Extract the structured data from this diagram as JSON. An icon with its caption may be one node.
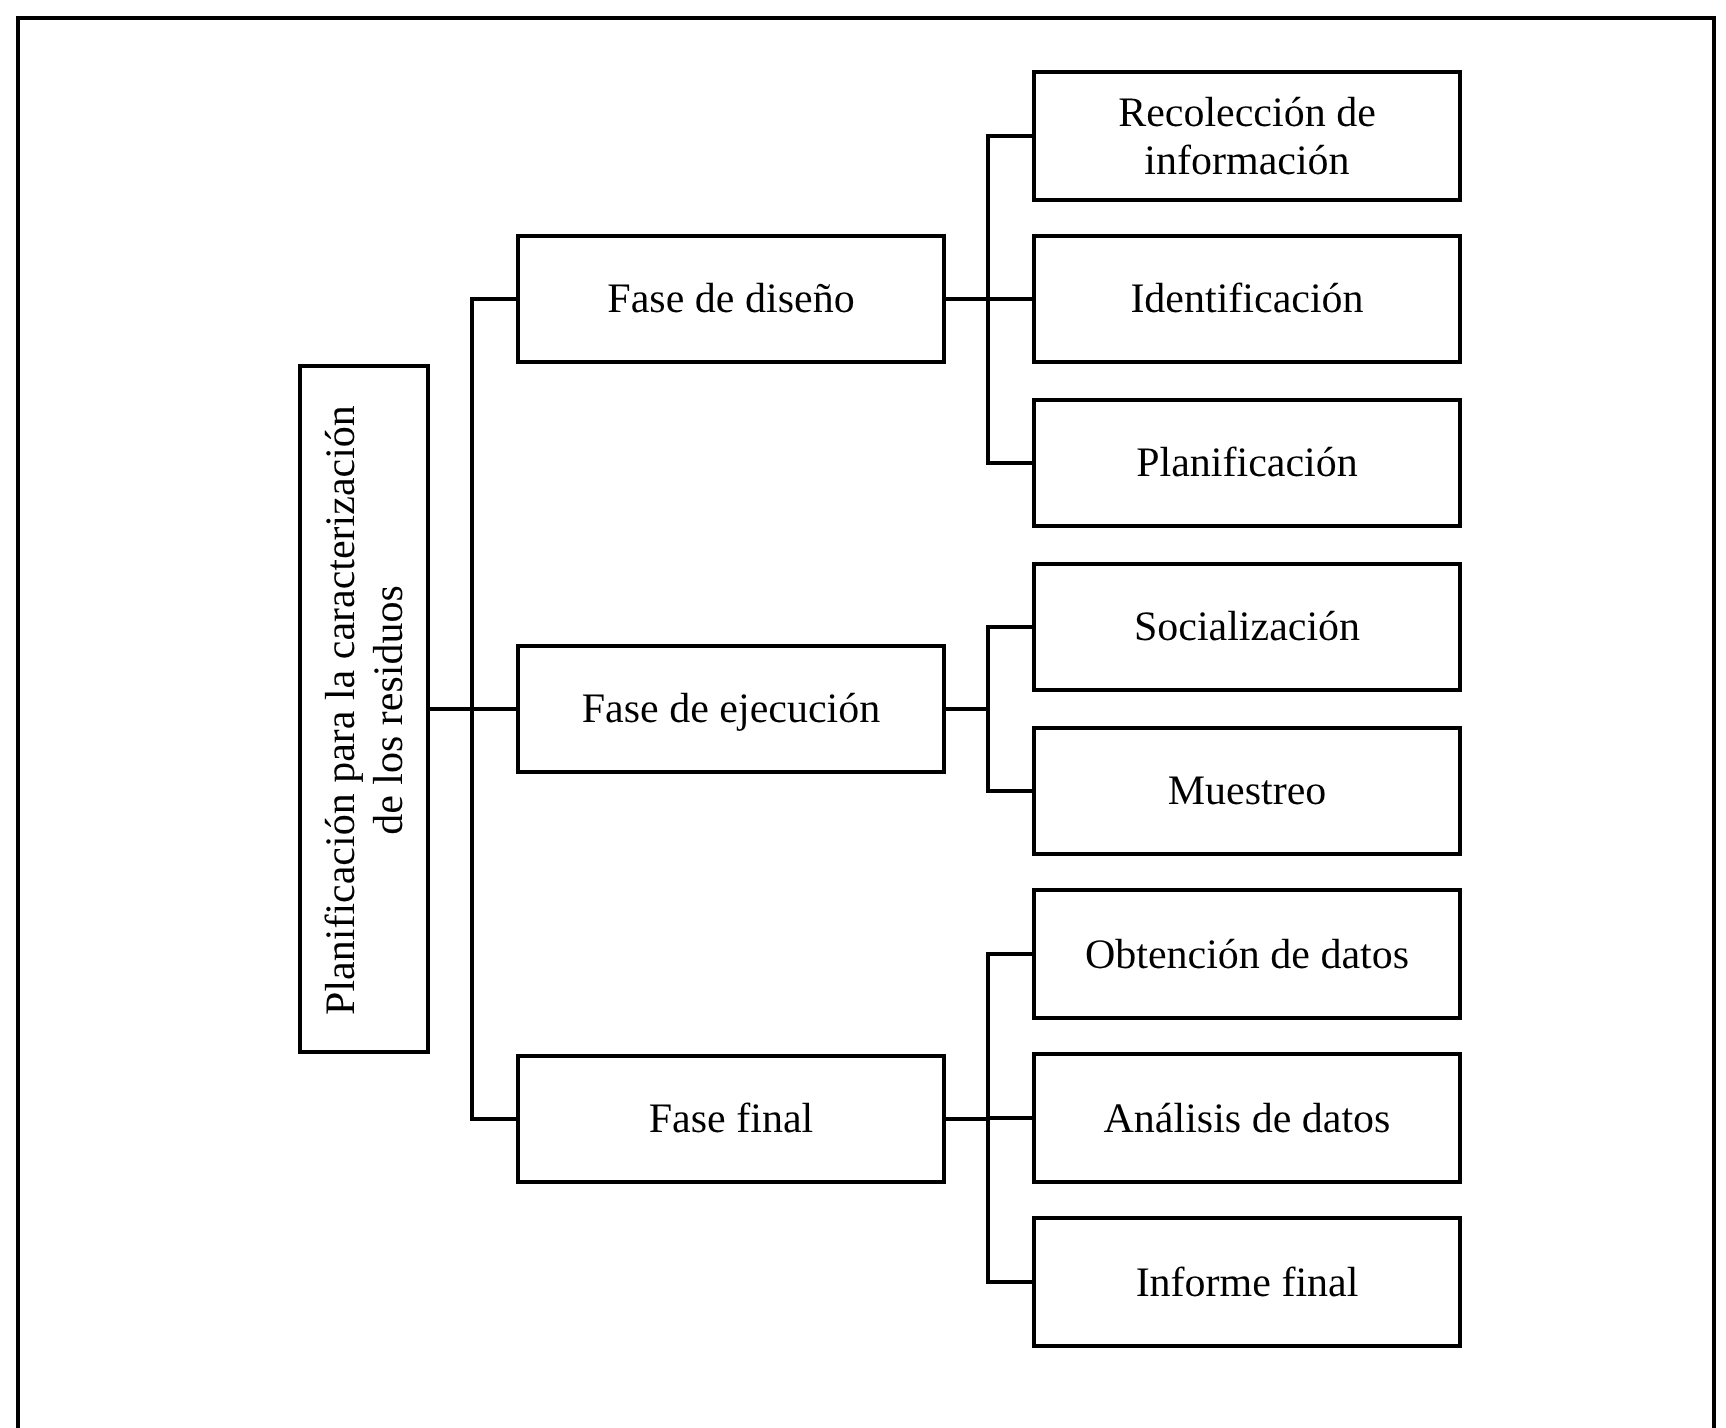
{
  "diagram": {
    "nodes": [
      {
        "text": [
          "Planificación para la caracterización de los residuos"
        ]
      },
      {
        "text": [
          "Fase de diseño"
        ]
      },
      {
        "text": [
          "Recolección de información"
        ]
      },
      {
        "text": [
          "Identificación"
        ]
      },
      {
        "text": [
          "Planificación"
        ]
      },
      {
        "text": [
          "Fase de ejecución"
        ]
      },
      {
        "text": [
          "Socialización"
        ]
      },
      {
        "text": [
          "Muestreo"
        ]
      },
      {
        "text": [
          "Fase final"
        ]
      },
      {
        "text": [
          "Obtención de datos"
        ]
      },
      {
        "text": [
          "Análisis de datos"
        ]
      },
      {
        "text": [
          "Informe final"
        ]
      }
    ],
    "edges": [
      {
        "from": 0,
        "to": 1,
        "arrow": "none"
      },
      {
        "from": 0,
        "to": 5,
        "arrow": "none"
      },
      {
        "from": 0,
        "to": 8,
        "arrow": "none"
      },
      {
        "from": 1,
        "to": 2,
        "arrow": "none"
      },
      {
        "from": 1,
        "to": 3,
        "arrow": "none"
      },
      {
        "from": 1,
        "to": 4,
        "arrow": "none"
      },
      {
        "from": 5,
        "to": 6,
        "arrow": "none"
      },
      {
        "from": 5,
        "to": 7,
        "arrow": "none"
      },
      {
        "from": 8,
        "to": 9,
        "arrow": "none"
      },
      {
        "from": 8,
        "to": 10,
        "arrow": "none"
      },
      {
        "from": 8,
        "to": 11,
        "arrow": "none"
      }
    ]
  }
}
